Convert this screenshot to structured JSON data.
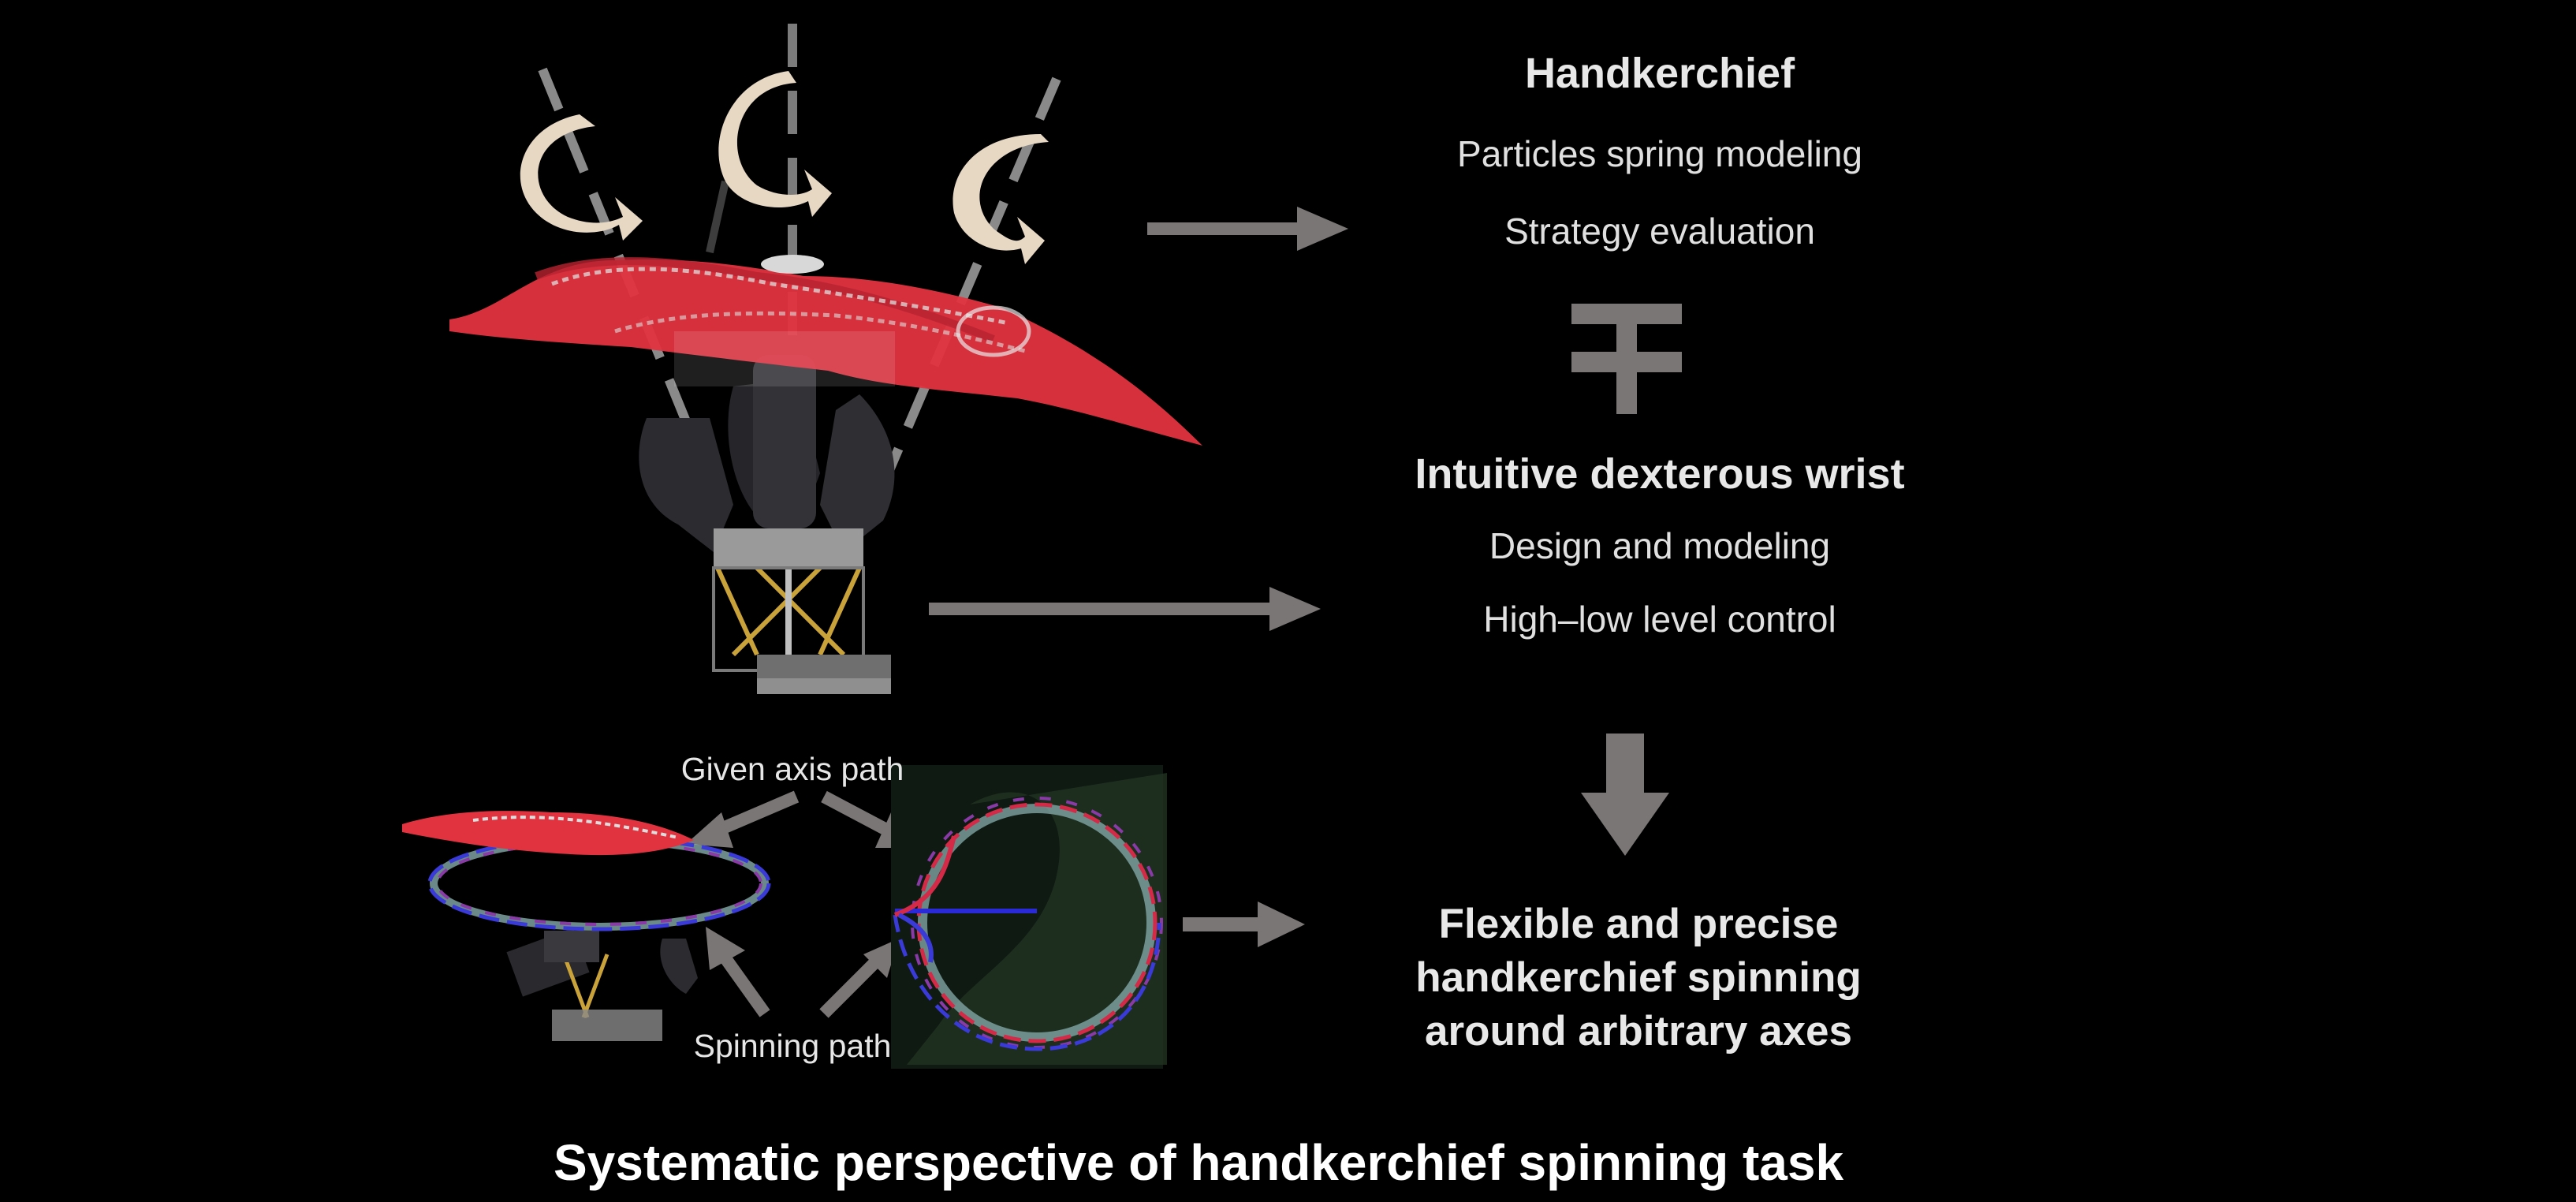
{
  "handkerchief": {
    "title": "Handkerchief",
    "items": [
      "Particles spring modeling",
      "Strategy evaluation"
    ]
  },
  "wrist": {
    "title": "Intuitive dexterous wrist",
    "items": [
      "Design and modeling",
      "High–low level control"
    ]
  },
  "result": {
    "lines": [
      "Flexible and precise",
      "handkerchief spinning",
      "around arbitrary axes"
    ]
  },
  "labels": {
    "given_axis_path": "Given axis path",
    "spinning_path": "Spinning path"
  },
  "caption": "Systematic perspective of handkerchief spinning task",
  "colors": {
    "background": "#000000",
    "cloth": "#e0333f",
    "arrow": "#7a7676",
    "rotation_arrow": "#e7d8c4",
    "path_red": "#d42a48",
    "path_purple": "#8a3aa6",
    "path_blue": "#3a3ad8",
    "axis_ring": "#8fb7b7"
  }
}
